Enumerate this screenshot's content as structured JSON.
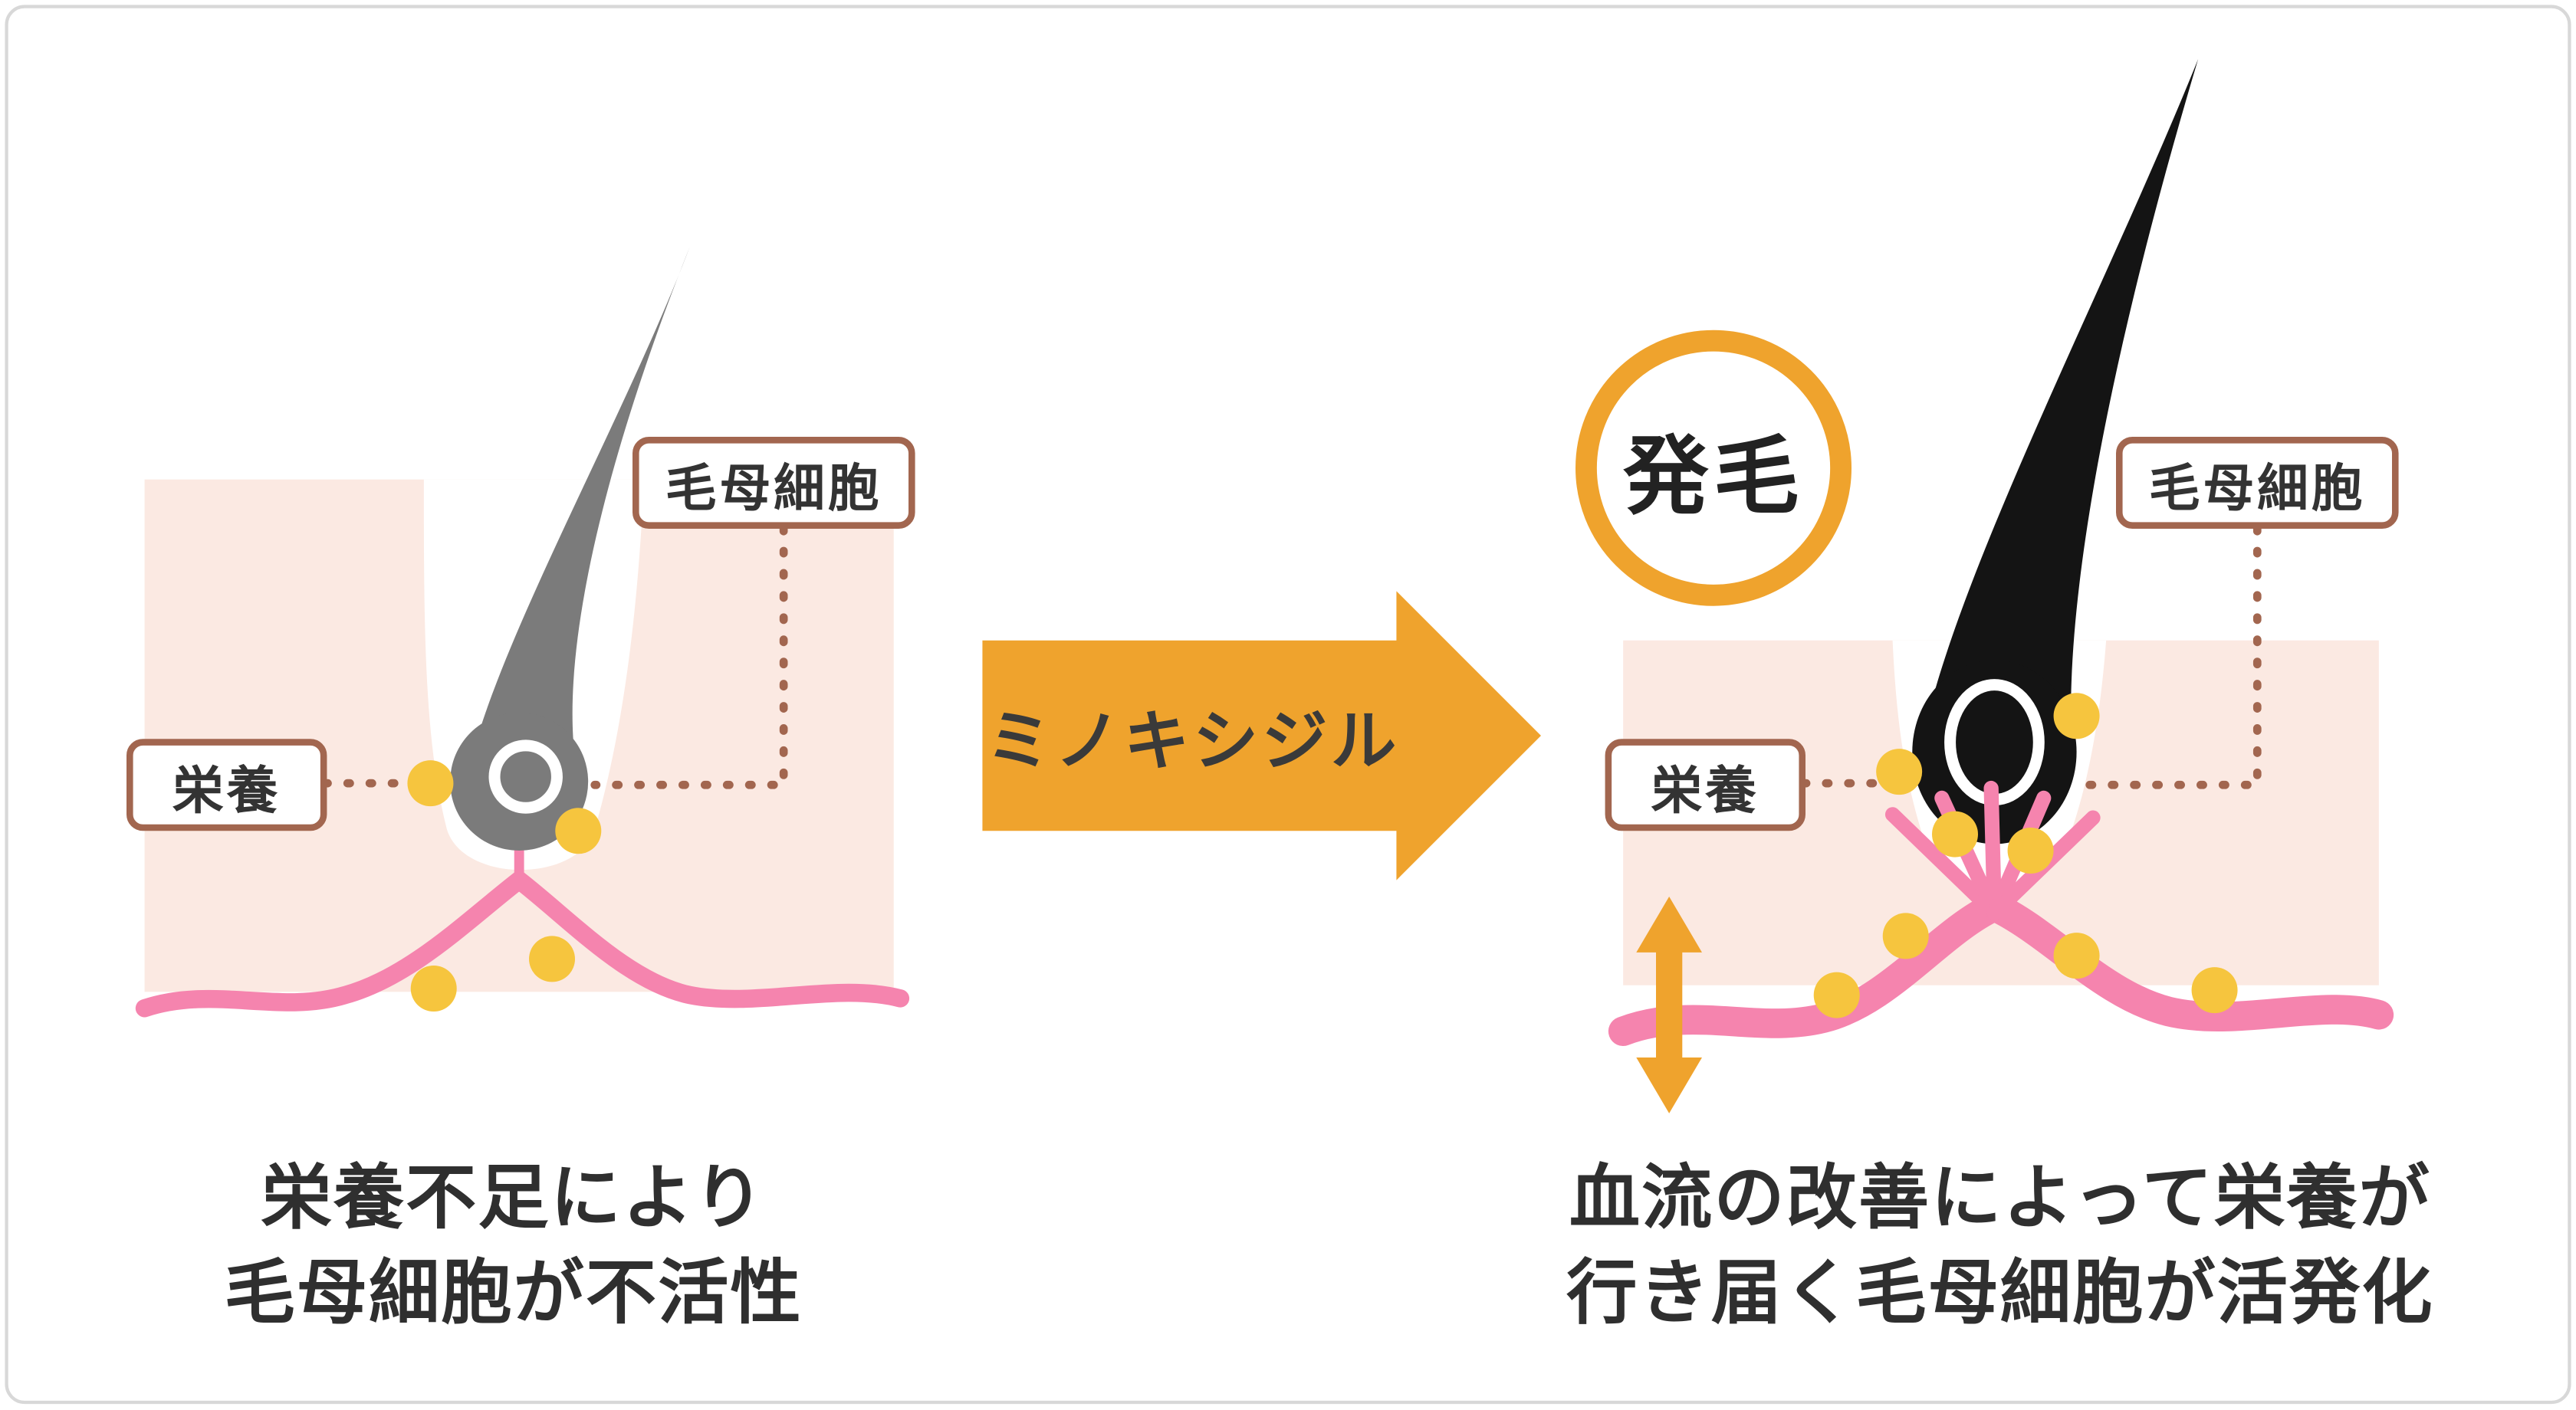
{
  "colors": {
    "background": "#ffffff",
    "frame_border": "#d8d8d8",
    "skin_pink": "#fbe9e2",
    "vessel_pink": "#f584ae",
    "nutrient_yellow": "#f6c53e",
    "accent_orange": "#efa32d",
    "label_border_brown": "#a2664f",
    "hair_gray": "#7b7b7b",
    "hair_black": "#141414",
    "text_dark": "#333333"
  },
  "left": {
    "matrix_label": "毛母細胞",
    "nutrition_label": "栄養",
    "caption_line1": "栄養不足により",
    "caption_line2": "毛母細胞が不活性"
  },
  "center": {
    "arrow_label": "ミノキシジル"
  },
  "right": {
    "badge_label": "発毛",
    "matrix_label": "毛母細胞",
    "nutrition_label": "栄養",
    "caption_line1": "血流の改善によって栄養が",
    "caption_line2": "行き届く毛母細胞が活発化"
  }
}
